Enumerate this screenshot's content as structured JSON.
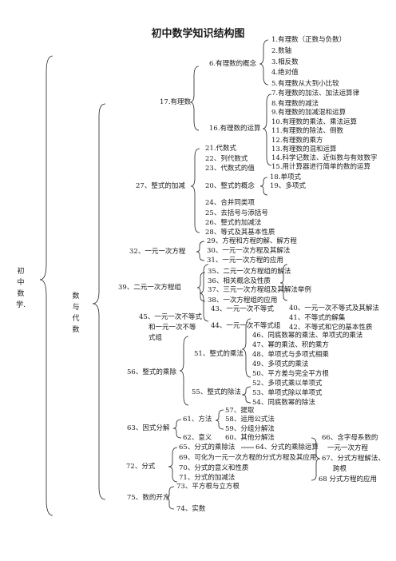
{
  "title": "初中数学知识结构图",
  "root": "初中数学.",
  "algebra": "数与代数",
  "rational": {
    "label": "17.有理数",
    "concept": {
      "label": "6.有理数的概念",
      "items": [
        "1.有理数（正数与负数）",
        "2.数轴",
        "3.相反数",
        "4.绝对值",
        "5.有理数从大到小比较"
      ]
    },
    "operations": {
      "label": "16.有理数的运算",
      "items": [
        "7.有理数的加法、加法运算律",
        "8.有理数的减法",
        "9.有理数的加减混和运算",
        "10.有理数的乘法、乘法运算",
        "11.有理数的除法、倒数",
        "12.有理数的乘方",
        "13.有理数的混和运算",
        "14.科学记数法、近似数与有效数字",
        "15.用计算器进行简单的数的运算"
      ]
    }
  },
  "polyadd": {
    "label": "27、整式的加减",
    "items": [
      "21.代数式",
      "22、列代数式",
      "23、代数式的值"
    ],
    "concept_label": "20、整式的概念",
    "concept_items": [
      "18.单项式",
      "19、多项式"
    ],
    "more": [
      "24、合并同类项",
      "25、去括号与添括号",
      "26、整式的加减法",
      "28、等式及其基本性质"
    ]
  },
  "linear": {
    "label": "32、一元一次方程",
    "items": [
      "29、方程和方程的解、解方程",
      "30、一元一次方程及其解法",
      "31、一元一次方程的应用"
    ]
  },
  "system": {
    "label": "39、二元一次方程组",
    "items": [
      "35、二元一次方程组的解法",
      "36、相关概念及性质",
      "37、三元一次方程组及其解法举例",
      "38、一次方程组的应用"
    ]
  },
  "inequality": {
    "label_lines": [
      "45、一元一次不等式",
      "和一元一次不等",
      "式组"
    ],
    "sub1": "43、一元一次不等式",
    "sub1_items": [
      "40、一元一次不等式及其解法",
      "41、不等式的解集",
      "42、不等式和它的基本性质"
    ],
    "sub2": "44、一元一次不等式组"
  },
  "polymul": {
    "label": "56、整式的乘除",
    "mul": "51、整式的乘法",
    "mul_items": [
      "46、同底数幂的乘法、单项式的乘法",
      "47、幂的乘法、积的乘方",
      "48、单项式与多项式相乘",
      "49、多项式的乘法",
      "50、平方差与完全平方根"
    ],
    "div": "55、整式的除法",
    "div_items": [
      "52、多项式乘以单项式",
      "53、单项式除以单项式",
      "54、同底数幂的除法"
    ]
  },
  "factor": {
    "label": "63、因式分解",
    "method": "61、方法",
    "method_items": [
      "57、提取",
      "58、运用公式法",
      "59、分组分解法"
    ],
    "meaning": "62、意义",
    "meaning_item": "60、其他分解法"
  },
  "fraction": {
    "label": "72、分式",
    "item1a": "65、分式的乘除法",
    "item1b": "64、分式的乘除运算",
    "item2": "69、可化为一元一次方程的分式方程及其应用",
    "item3": "70、分式的意义和性质",
    "item4": "71、分式的加减法",
    "right_lines": [
      "66、含字母系数的",
      "一元一次方程",
      "67、分式方程解法、",
      "跨根",
      "68 分式方程的应用"
    ]
  },
  "roots": {
    "label": "75、数的开方",
    "items": [
      "73、平方根与立方根",
      "74、实数"
    ]
  }
}
